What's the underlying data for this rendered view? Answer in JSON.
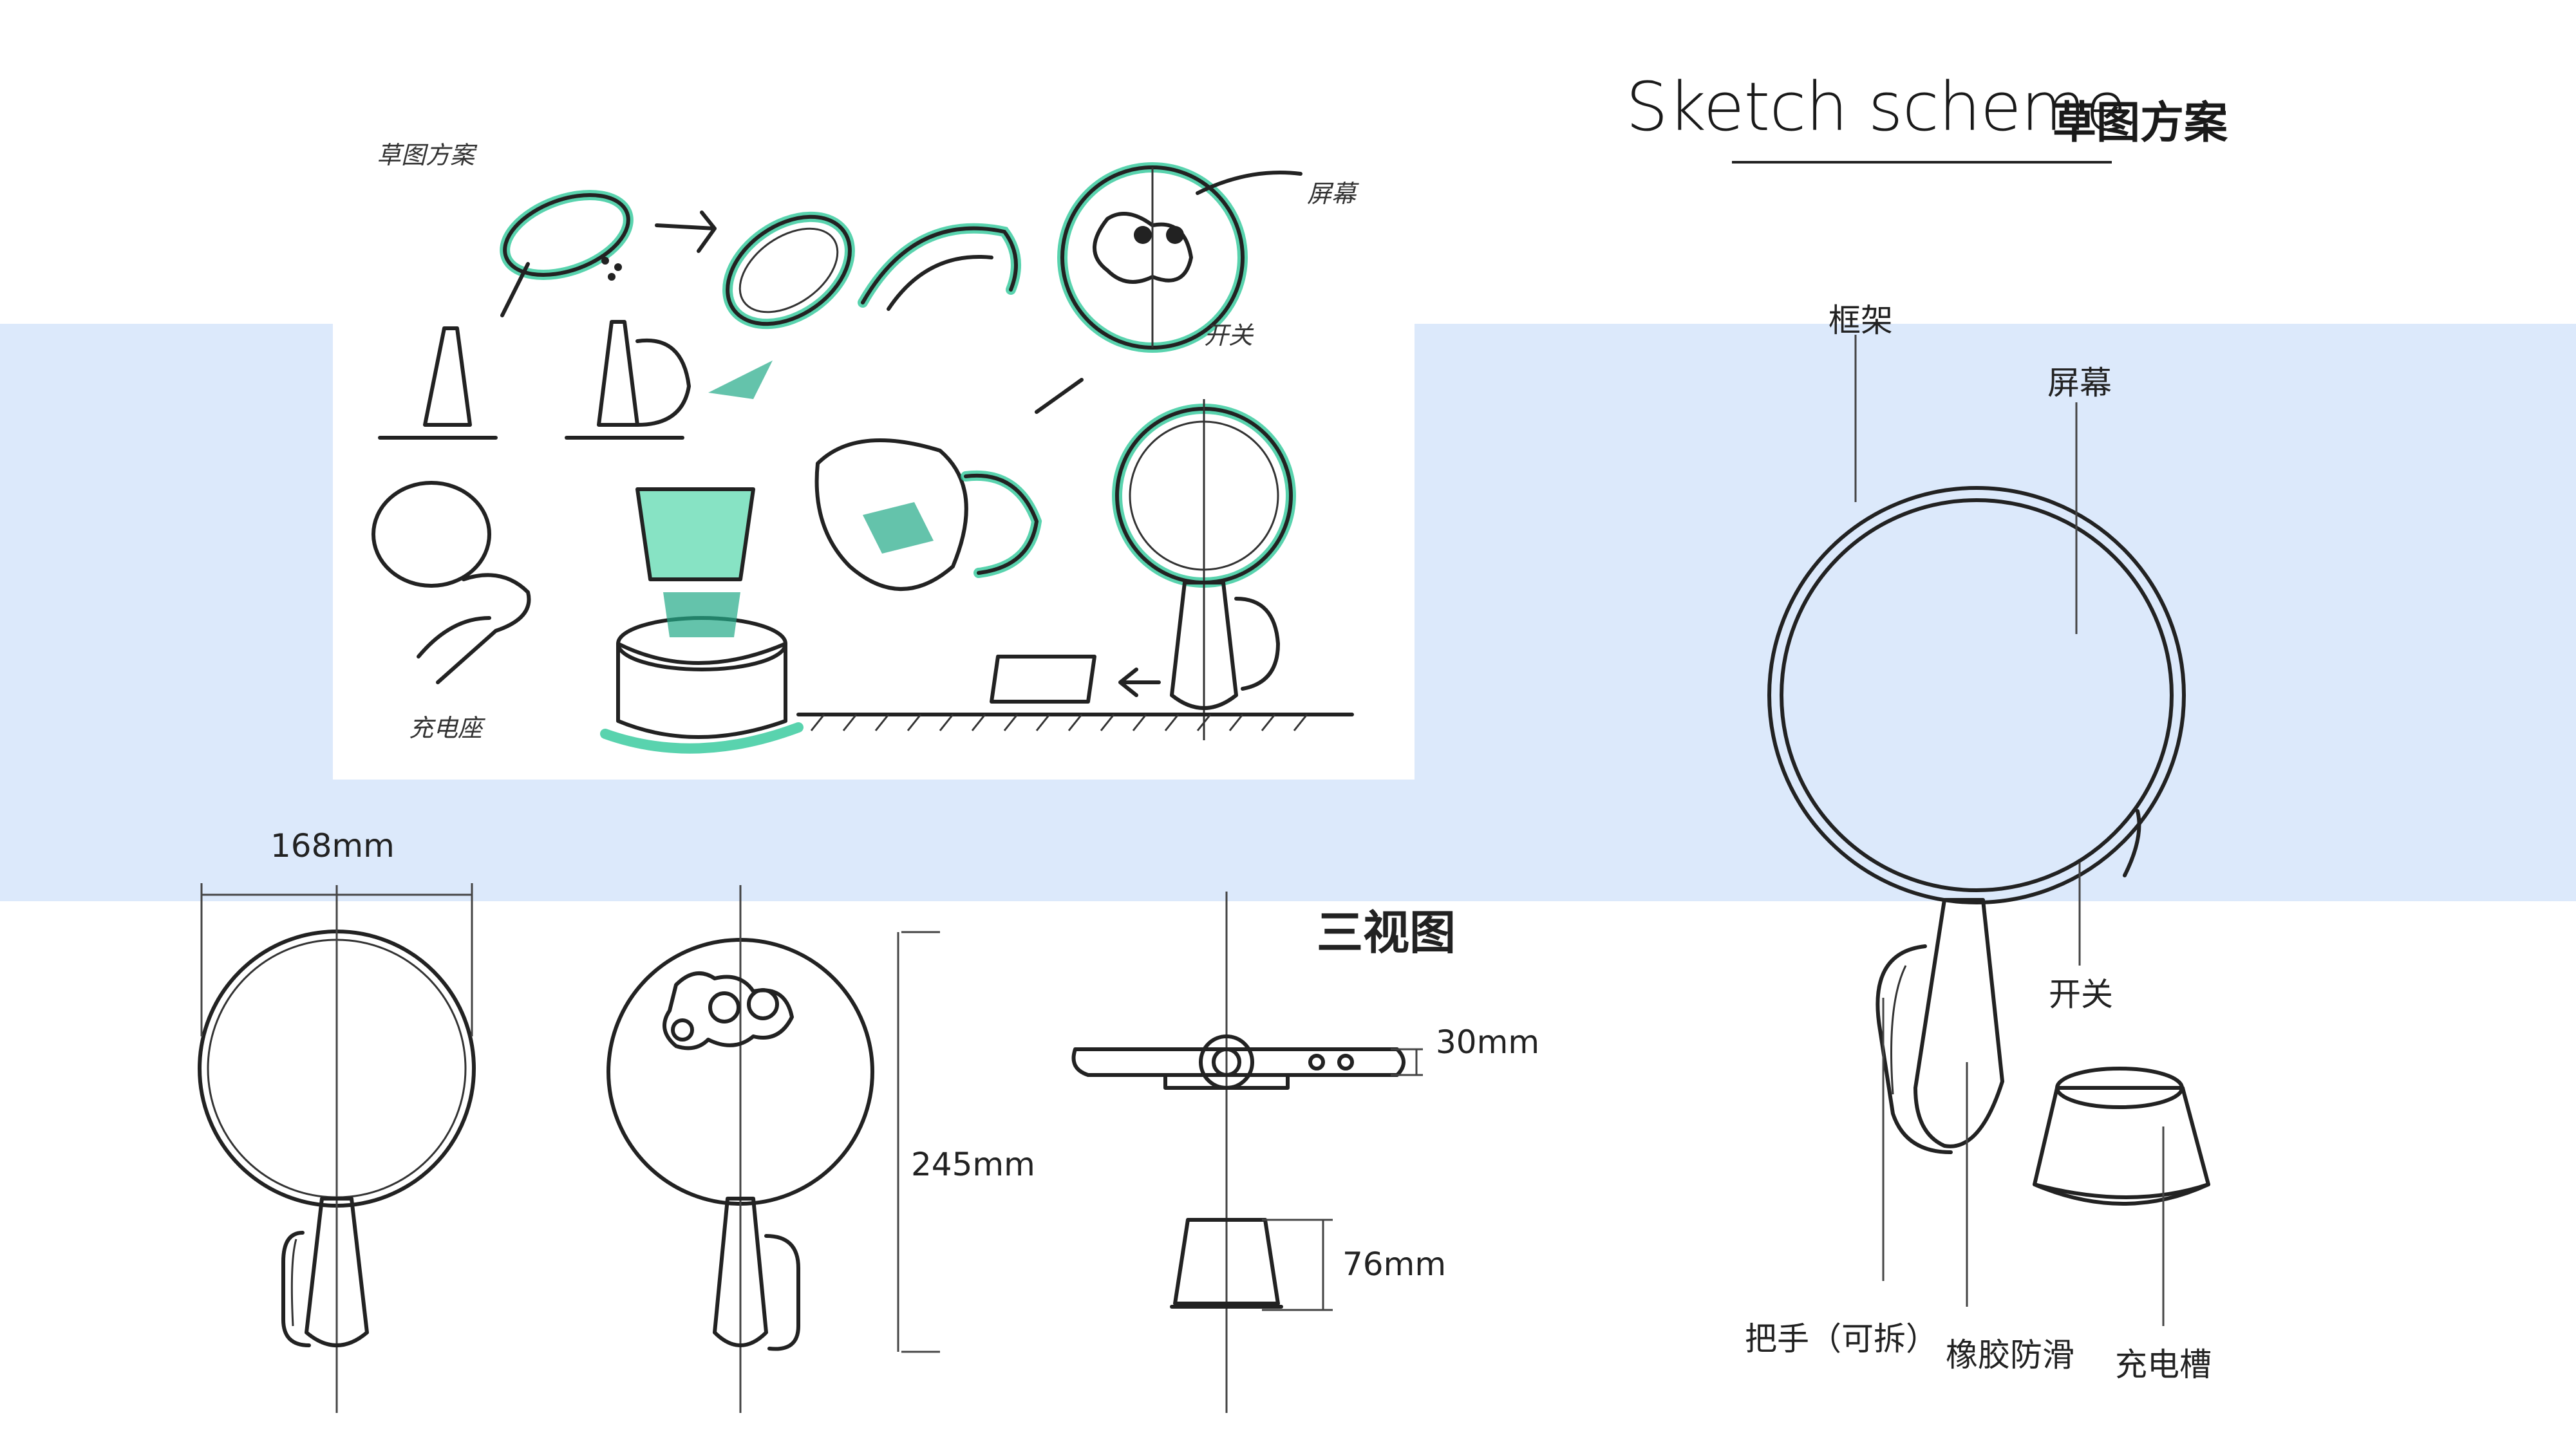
{
  "title": {
    "en": "Sketch scheme",
    "zh": "草图方案"
  },
  "sketch_notes": {
    "top_left": "草图方案",
    "bottom_left": "充电座",
    "right": "屏幕",
    "bottom_right": "开关"
  },
  "three_view": {
    "heading": "三视图",
    "width_dim": "168mm",
    "height_dim": "245mm",
    "thickness_dim": "30mm",
    "base_dim": "76mm"
  },
  "callouts": {
    "frame": "框架",
    "screen": "屏幕",
    "switch": "开关",
    "handle": "把手（可拆）",
    "rubber": "橡胶防滑",
    "charger": "充电槽"
  },
  "colors": {
    "band": "#dce9fb",
    "marker": "#2fc89a",
    "ink": "#222222"
  }
}
